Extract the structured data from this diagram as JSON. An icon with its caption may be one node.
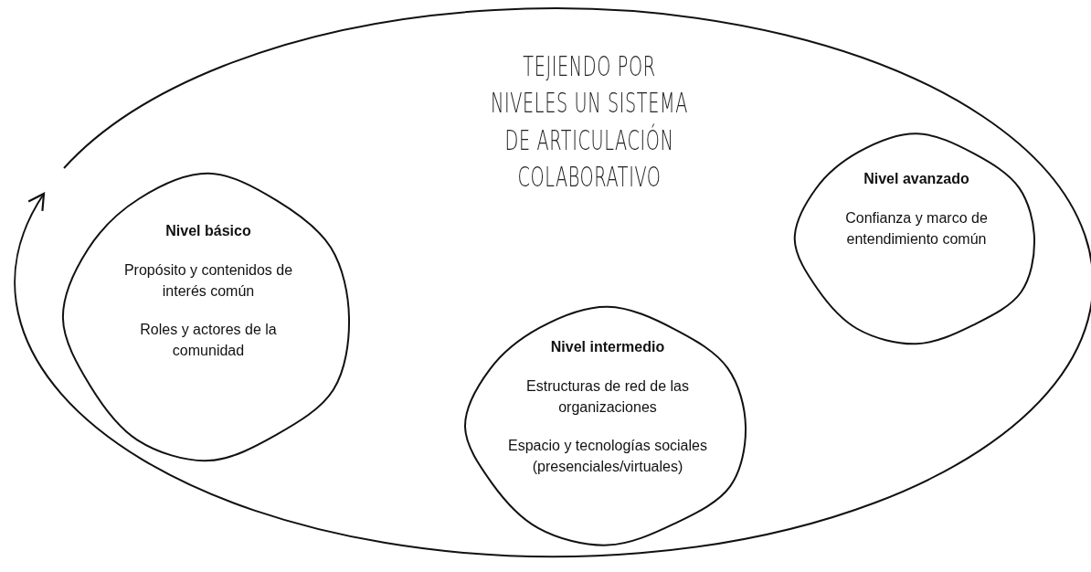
{
  "diagram": {
    "title": "TEJIENDO POR NIVELES UN SISTEMA DE ARTICULACIÓN COLABORATIVO",
    "nodes": [
      {
        "text": [
          "Nivel básico",
          "Propósito y contenidos de interés común",
          "Roles y actores de la comunidad"
        ]
      },
      {
        "text": [
          "Nivel intermedio",
          "Estructuras de red de las organizaciones",
          "Espacio y tecnologías sociales (presenciales/virtuales)"
        ]
      },
      {
        "text": [
          "Nivel avanzado",
          "Confianza y marco de entendimiento común"
        ]
      }
    ]
  }
}
